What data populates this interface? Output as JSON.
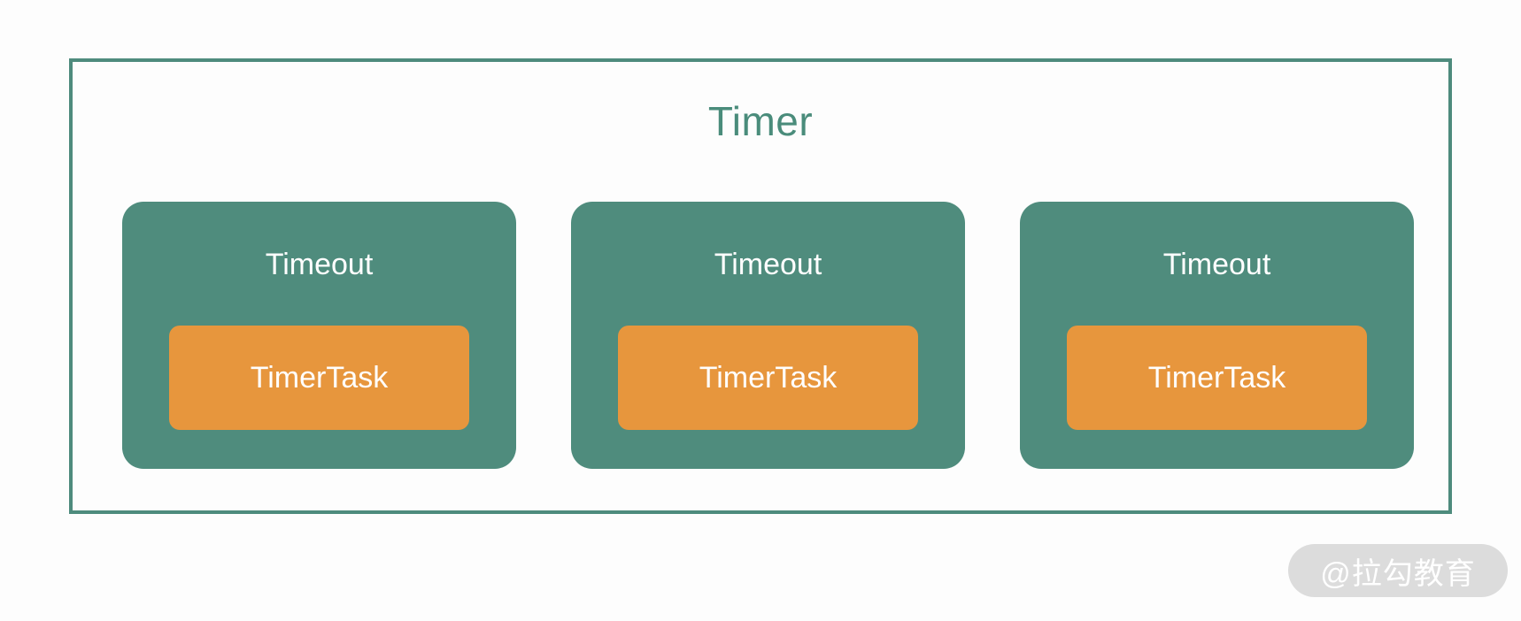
{
  "diagram": {
    "title": "Timer",
    "timeouts": [
      {
        "label": "Timeout",
        "task": "TimerTask"
      },
      {
        "label": "Timeout",
        "task": "TimerTask"
      },
      {
        "label": "Timeout",
        "task": "TimerTask"
      }
    ],
    "watermark": "@拉勾教育",
    "colors": {
      "teal": "#4F8C7D",
      "orange": "#E7963D",
      "border": "#4E8B7D",
      "title-text": "#4A8C7B",
      "label-text": "#FFFFFF",
      "watermark-bg": "#DCDCDC",
      "background": "#FDFDFD"
    }
  }
}
